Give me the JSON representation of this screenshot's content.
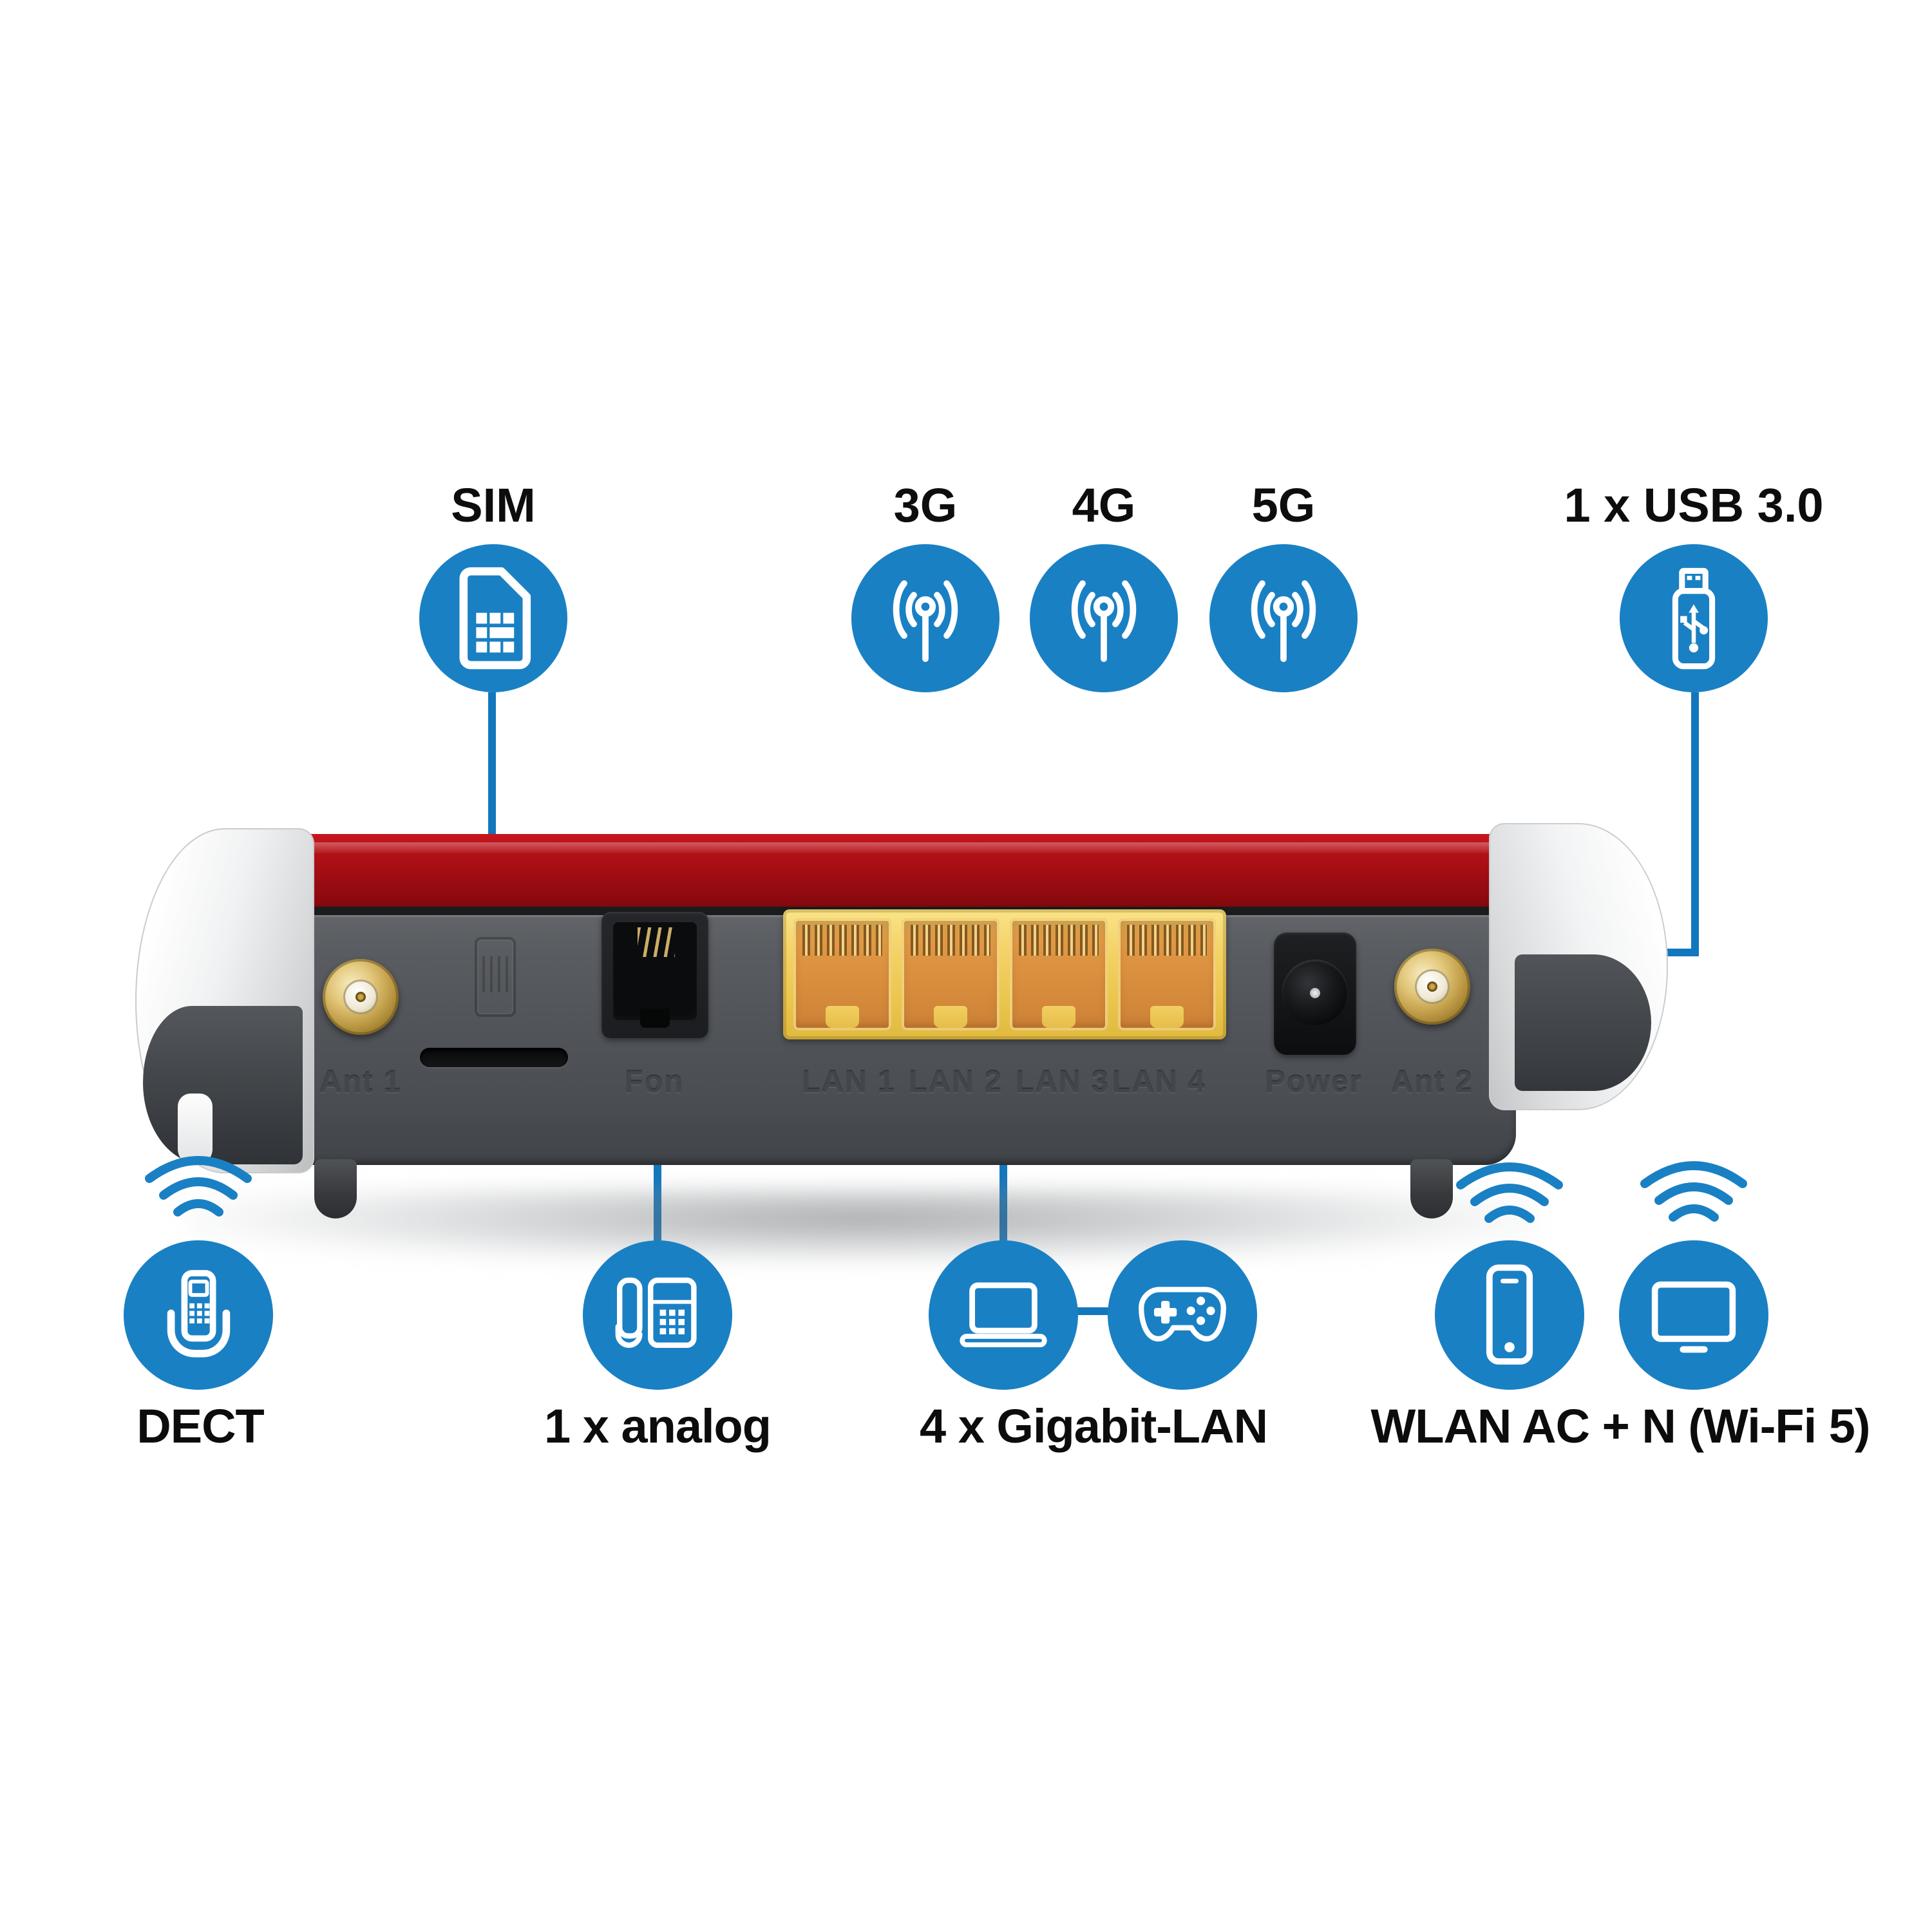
{
  "colors": {
    "accent_blue": "#1A80C4",
    "line_blue": "#1377BD",
    "label_black": "#0D0D0D",
    "device_red": "#A90F15",
    "device_gray": "#4E5156",
    "cap_white": "#F4F5F6",
    "lan_yellow": "#F3D165",
    "lan_orange": "#DD9342",
    "connector_gold": "#C9A44C"
  },
  "top_features": [
    {
      "id": "sim",
      "label": "SIM",
      "icon": "sim-card-icon"
    },
    {
      "id": "3g",
      "label": "3G",
      "icon": "mobile-antenna-icon"
    },
    {
      "id": "4g",
      "label": "4G",
      "icon": "mobile-antenna-icon"
    },
    {
      "id": "5g",
      "label": "5G",
      "icon": "mobile-antenna-icon"
    },
    {
      "id": "usb",
      "label": "1 x USB 3.0",
      "icon": "usb-stick-icon"
    }
  ],
  "bottom_features": [
    {
      "id": "dect",
      "label": "DECT",
      "icon": "cordless-phone-icon",
      "wifi_waves": true
    },
    {
      "id": "analog",
      "label": "1 x analog",
      "icon": "desk-phone-icon"
    },
    {
      "id": "gigabit_lan",
      "label": "4 x Gigabit-LAN",
      "icons": [
        "laptop-icon",
        "game-controller-icon"
      ]
    },
    {
      "id": "wlan",
      "label": "WLAN AC + N (Wi-Fi 5)",
      "icons": [
        "smartphone-icon",
        "tv-icon"
      ],
      "wifi_waves": true
    }
  ],
  "device": {
    "port_labels": {
      "ant1": "Ant 1",
      "fon": "Fon",
      "lan1": "LAN 1",
      "lan2": "LAN 2",
      "lan3": "LAN 3",
      "lan4": "LAN 4",
      "power": "Power",
      "ant2": "Ant 2"
    }
  }
}
